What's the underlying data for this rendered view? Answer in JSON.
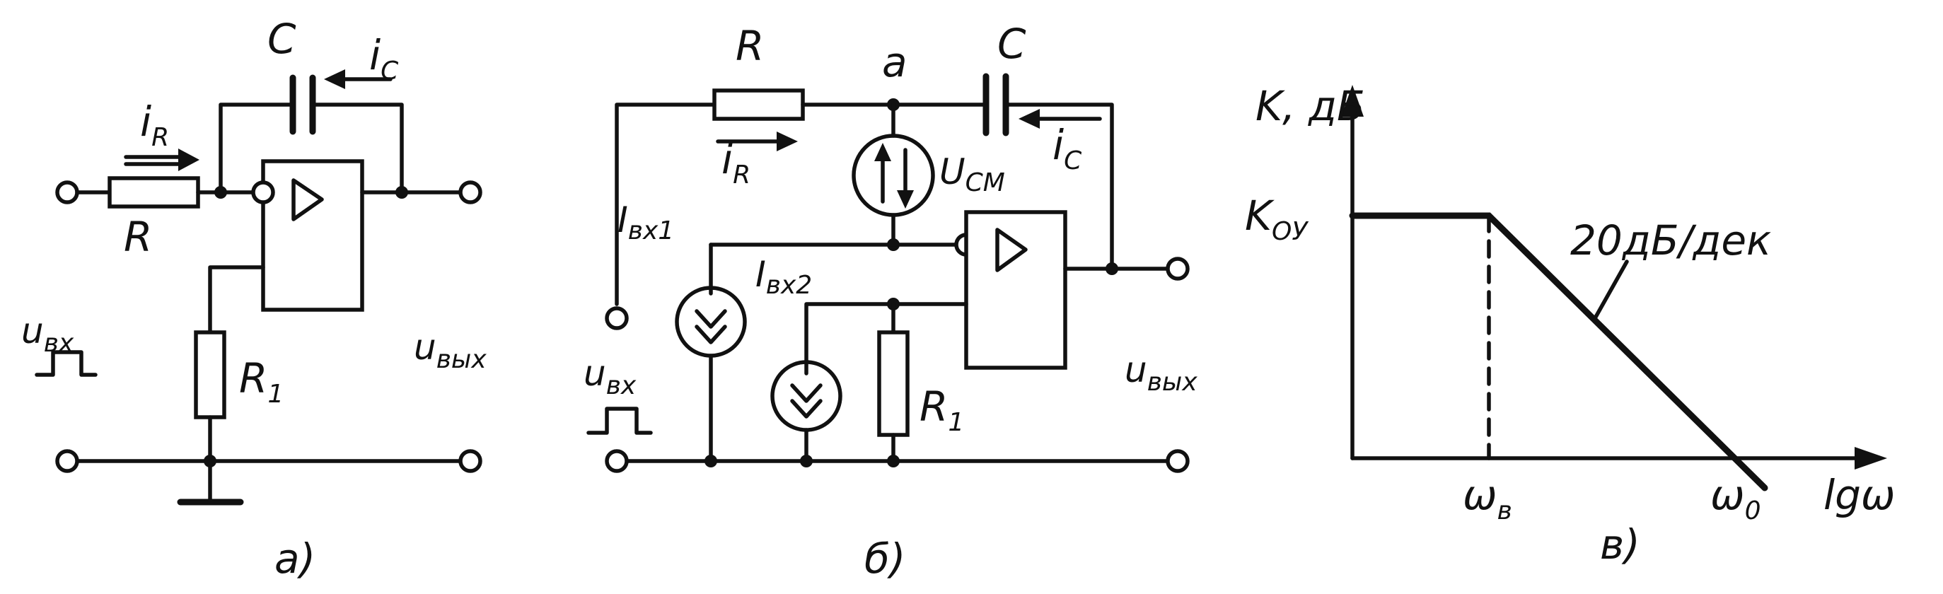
{
  "panel_a": {
    "caption": "а)",
    "capacitor": "C",
    "current_c": "i",
    "current_c_sub": "C",
    "current_r": "i",
    "current_r_sub": "R",
    "resistor": "R",
    "resistor1": "R",
    "resistor1_sub": "1",
    "input": "u",
    "input_sub": "вх",
    "output": "u",
    "output_sub": "вых"
  },
  "panel_b": {
    "caption": "б)",
    "resistor": "R",
    "node": "a",
    "capacitor": "C",
    "current_r": "i",
    "current_r_sub": "R",
    "current_c": "i",
    "current_c_sub": "C",
    "offset_source": "U",
    "offset_source_sub": "СМ",
    "bias1": "I",
    "bias1_sub": "вх1",
    "bias2": "I",
    "bias2_sub": "вх2",
    "resistor1": "R",
    "resistor1_sub": "1",
    "input": "u",
    "input_sub": "вх",
    "output": "u",
    "output_sub": "вых"
  },
  "panel_c": {
    "caption": "в)",
    "y_axis": "K, дБ",
    "x_axis": "lgω",
    "k_level": "K",
    "k_level_sub": "ОУ",
    "slope": "20дБ/дек",
    "omega_b": "ω",
    "omega_b_sub": "в",
    "omega_0": "ω",
    "omega_0_sub": "0"
  }
}
